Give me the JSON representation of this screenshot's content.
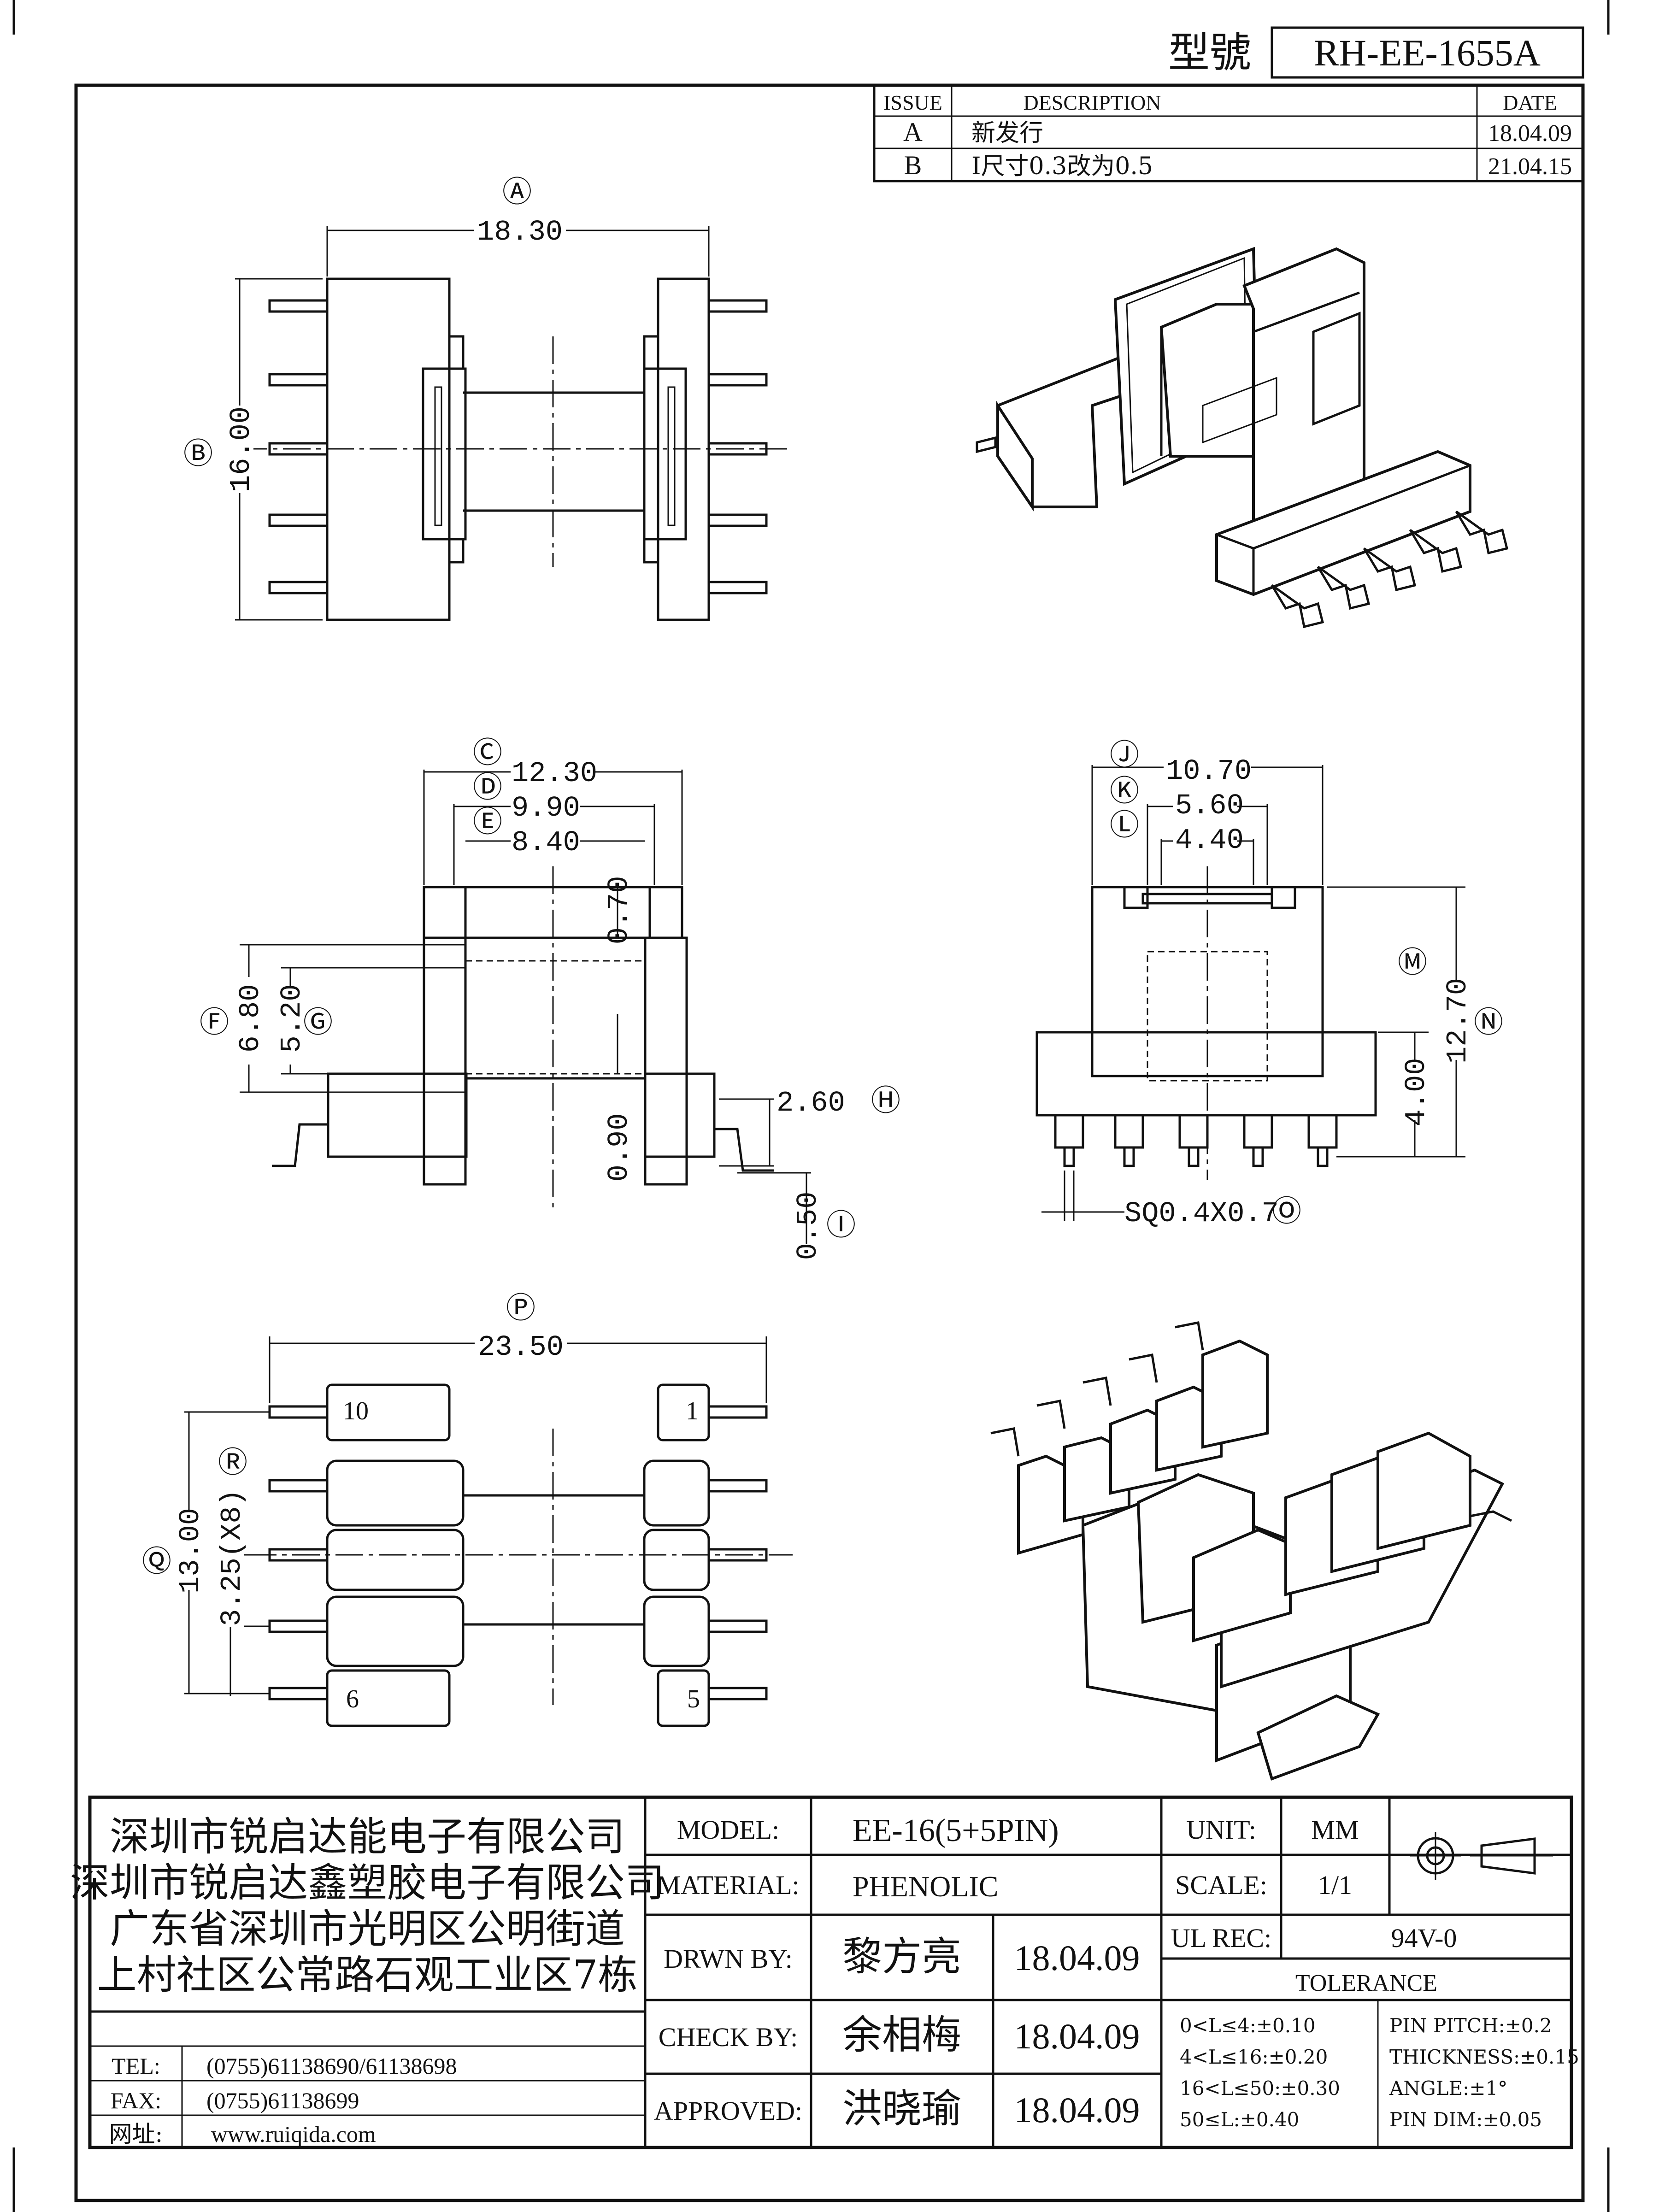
{
  "title_block_top": {
    "model_label": "型號",
    "model_no": "RH-EE-1655A"
  },
  "revisions": {
    "headers": [
      "ISSUE",
      "DESCRIPTION",
      "DATE"
    ],
    "rows": [
      {
        "issue": "A",
        "desc": "新发行",
        "date": "18.04.09"
      },
      {
        "issue": "B",
        "desc": "I尺寸0.3改为0.5",
        "date": "21.04.15"
      }
    ]
  },
  "dimensions": {
    "A": {
      "mark": "Ⓐ",
      "value": "18.30"
    },
    "B": {
      "mark": "Ⓑ",
      "value": "16.00"
    },
    "C": {
      "mark": "Ⓒ",
      "value": "12.30"
    },
    "D": {
      "mark": "Ⓓ",
      "value": "9.90"
    },
    "E": {
      "mark": "Ⓔ",
      "value": "8.40"
    },
    "F": {
      "mark": "Ⓕ",
      "value": "6.80"
    },
    "G": {
      "mark": "Ⓖ",
      "value": "5.20"
    },
    "H": {
      "mark": "Ⓗ",
      "value": "2.60"
    },
    "I": {
      "mark": "Ⓘ",
      "value": "0.50"
    },
    "J": {
      "mark": "Ⓙ",
      "value": "10.70"
    },
    "K": {
      "mark": "Ⓚ",
      "value": "5.60"
    },
    "L": {
      "mark": "Ⓛ",
      "value": "4.40"
    },
    "M": {
      "mark": "Ⓜ",
      "value": "4.00"
    },
    "N": {
      "mark": "Ⓝ",
      "value": "12.70"
    },
    "O": {
      "mark": "Ⓞ",
      "value": "SQ0.4X0.7"
    },
    "P": {
      "mark": "Ⓟ",
      "value": "23.50"
    },
    "Q": {
      "mark": "Ⓠ",
      "value": "13.00"
    },
    "R": {
      "mark": "Ⓡ",
      "value": "3.25(X8)"
    },
    "flange": {
      "value": "0.70"
    },
    "base": {
      "value": "0.90"
    }
  },
  "pin_labels": {
    "p10": "10",
    "p1": "1",
    "p6": "6",
    "p5": "5"
  },
  "company": {
    "line1": "深圳市锐启达能电子有限公司",
    "line2": "深圳市锐启达鑫塑胶电子有限公司",
    "line3": "广东省深圳市光明区公明街道",
    "line4": "上村社区公常路石观工业区7栋"
  },
  "contact": {
    "tel_label": "TEL:",
    "tel": "(0755)61138690/61138698",
    "fax_label": "FAX:",
    "fax": "(0755)61138699",
    "web_label": "网址:",
    "web": "www.ruiqida.com"
  },
  "info": {
    "model_label": "MODEL:",
    "model": "EE-16(5+5PIN)",
    "material_label": "MATERIAL:",
    "material": "PHENOLIC",
    "drawn_label": "DRWN BY:",
    "drawn_by": "黎方亮",
    "drawn_date": "18.04.09",
    "check_label": "CHECK BY:",
    "check_by": "余相梅",
    "check_date": "18.04.09",
    "approved_label": "APPROVED:",
    "approved_by": "洪晓瑜",
    "approved_date": "18.04.09",
    "unit_label": "UNIT:",
    "unit": "MM",
    "scale_label": "SCALE:",
    "scale": "1/1",
    "ul_label": "UL REC:",
    "ul": "94V-0",
    "tolerance_label": "TOLERANCE"
  },
  "tolerance": {
    "t1": "0<L≤4:±0.10",
    "t2": "4<L≤16:±0.20",
    "t3": "16<L≤50:±0.30",
    "t4": "50≤L:±0.40",
    "pitch": "PIN PITCH:±0.2",
    "thickness": "THICKNESS:±0.15",
    "angle": "ANGLE:±1°",
    "pin_dim": "PIN DIM:±0.05"
  }
}
